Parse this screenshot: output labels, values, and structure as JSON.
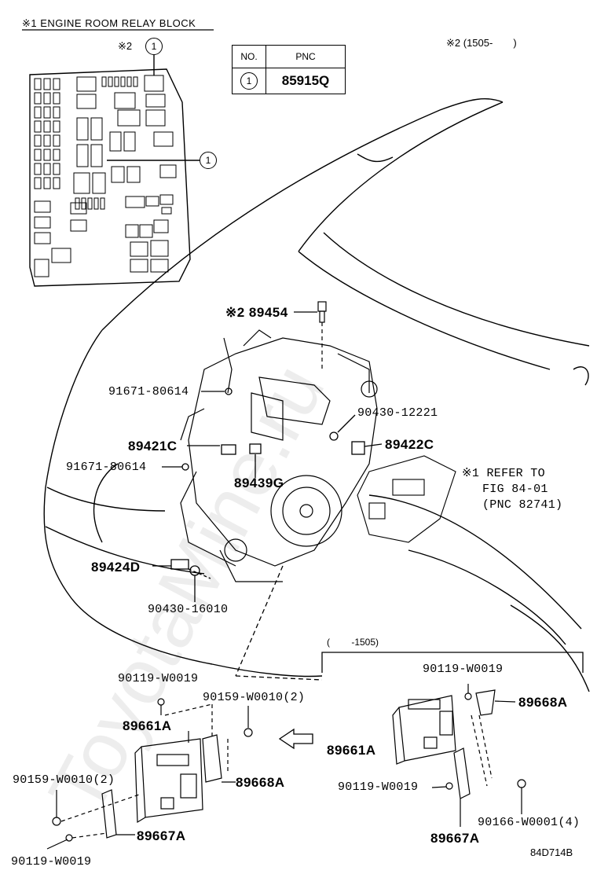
{
  "diagram": {
    "relay_block_title": "※1 ENGINE ROOM RELAY BLOCK",
    "relay_ref_marker": "※2",
    "callout_number": "1",
    "table": {
      "headers": [
        "NO.",
        "PNC"
      ],
      "rows": [
        {
          "no": "1",
          "pnc": "85915Q"
        }
      ]
    },
    "note_top_right": "※2 (1505-　　)",
    "variant_label": "(　　 -1505)",
    "refer_note": {
      "line1": "※1 REFER TO",
      "line2": "FIG 84-01",
      "line3": "(PNC 82741)"
    },
    "parts": {
      "p89454": "※2 89454",
      "p91671_a": "91671-80614",
      "p90430_12221": "90430-12221",
      "p89421C": "89421C",
      "p89422C": "89422C",
      "p91671_b": "91671-80614",
      "p89439G": "89439G",
      "p89424D": "89424D",
      "p90430_16010": "90430-16010",
      "left_90119_top": "90119-W0019",
      "left_90159_right": "90159-W0010(2)",
      "left_89661A": "89661A",
      "left_90159_left": "90159-W0010(2)",
      "left_89668A": "89668A",
      "left_89667A": "89667A",
      "left_90119_bottom": "90119-W0019",
      "right_90119_top": "90119-W0019",
      "right_89668A": "89668A",
      "right_89661A": "89661A",
      "right_90119_mid": "90119-W0019",
      "right_90166": "90166-W0001(4)",
      "right_89667A": "89667A"
    },
    "figure_code": "84D714B",
    "watermark": "ToyotaMine.ru"
  }
}
